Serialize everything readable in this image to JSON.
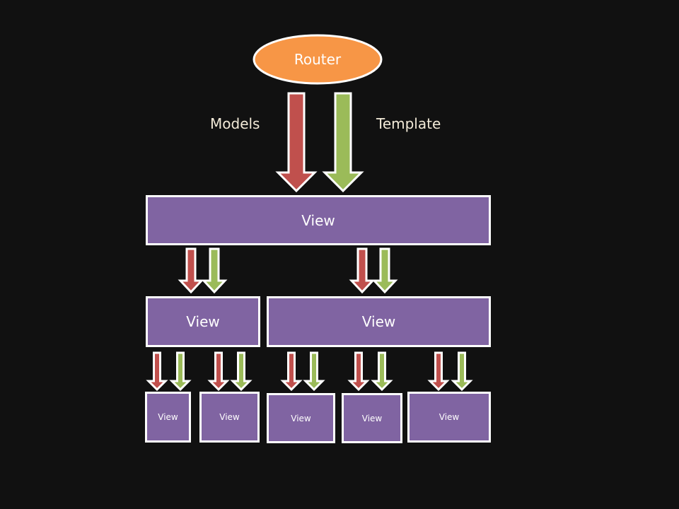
{
  "colors": {
    "background": "#111111",
    "router_fill": "#f79646",
    "view_fill": "#8064a2",
    "models_arrow": "#c0504d",
    "template_arrow": "#9bbb59",
    "border": "#ffffff"
  },
  "router": {
    "label": "Router"
  },
  "flows": {
    "models_label": "Models",
    "template_label": "Template"
  },
  "views": {
    "level1": [
      {
        "label": "View"
      }
    ],
    "level2": [
      {
        "label": "View"
      },
      {
        "label": "View"
      }
    ],
    "level3": [
      {
        "label": "View"
      },
      {
        "label": "View"
      },
      {
        "label": "View"
      },
      {
        "label": "View"
      },
      {
        "label": "View"
      }
    ]
  }
}
